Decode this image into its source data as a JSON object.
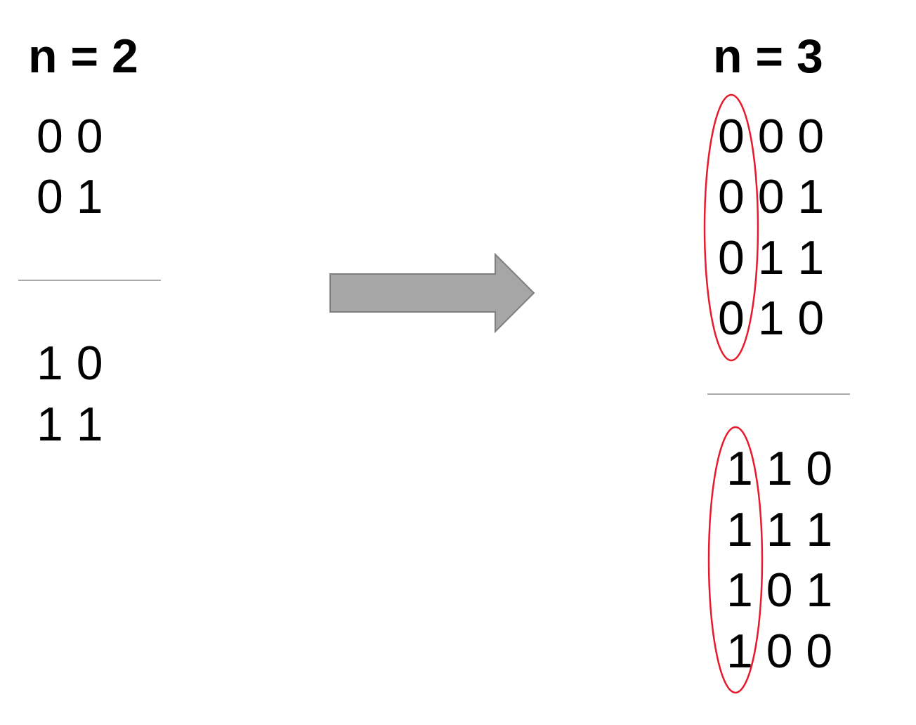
{
  "left": {
    "title": "n = 2",
    "top_codes": [
      "0 0",
      "0 1"
    ],
    "bottom_codes": [
      "1 0",
      "1 1"
    ]
  },
  "right": {
    "title": "n = 3",
    "top_codes": [
      "0 0 0",
      "0 0 1",
      "0 1 1",
      "0 1 0"
    ],
    "bottom_codes": [
      "1 1 0",
      "1 1 1",
      "1 0 1",
      "1 0 0"
    ]
  },
  "colors": {
    "arrow_fill": "#a6a6a6",
    "arrow_stroke": "#7f7f7f",
    "divider": "#aaaaaa",
    "highlight_ellipse": "#e8192c"
  }
}
